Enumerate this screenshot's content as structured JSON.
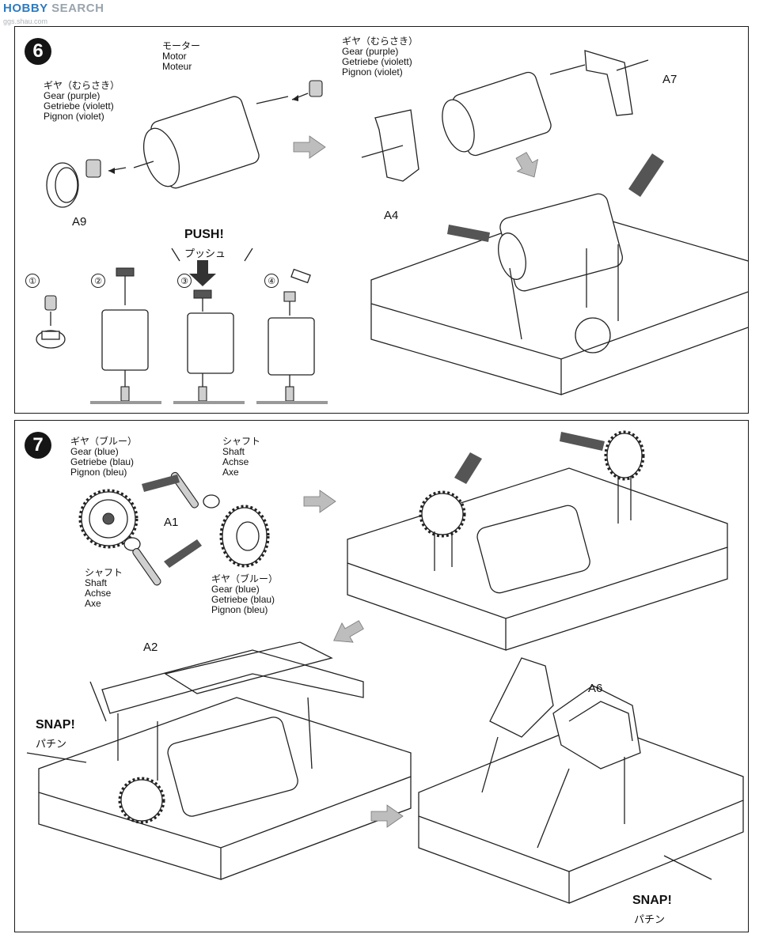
{
  "watermark": {
    "brand_a": "HOBBY",
    "brand_b": "SEARCH",
    "site": "ggs.shau.com"
  },
  "step6": {
    "number": "6",
    "motor_label": [
      "モーター",
      "Motor",
      "Moteur"
    ],
    "gear_left_label": [
      "ギヤ（むらさき）",
      "Gear (purple)",
      "Getriebe (violett)",
      "Pignon (violet)"
    ],
    "gear_right_label": [
      "ギヤ（むらさき）",
      "Gear (purple)",
      "Getriebe (violett)",
      "Pignon (violet)"
    ],
    "parts": {
      "a9": "A9",
      "a7": "A7",
      "a4": "A4"
    },
    "substeps": [
      "①",
      "②",
      "③",
      "④"
    ],
    "push_en": "PUSH!",
    "push_jp": "プッシュ"
  },
  "step7": {
    "number": "7",
    "gear_blue_top_label": [
      "ギヤ（ブルー）",
      "Gear (blue)",
      "Getriebe (blau)",
      "Pignon (bleu)"
    ],
    "shaft_top_label": [
      "シャフト",
      "Shaft",
      "Achse",
      "Axe"
    ],
    "shaft_bottom_label": [
      "シャフト",
      "Shaft",
      "Achse",
      "Axe"
    ],
    "gear_blue_bottom_label": [
      "ギヤ（ブルー）",
      "Gear (blue)",
      "Getriebe (blau)",
      "Pignon (bleu)"
    ],
    "parts": {
      "a1": "A1",
      "a2": "A2",
      "a6": "A6"
    },
    "snap_left_en": "SNAP!",
    "snap_left_jp": "パチン",
    "snap_right_en": "SNAP!",
    "snap_right_jp": "パチン"
  }
}
